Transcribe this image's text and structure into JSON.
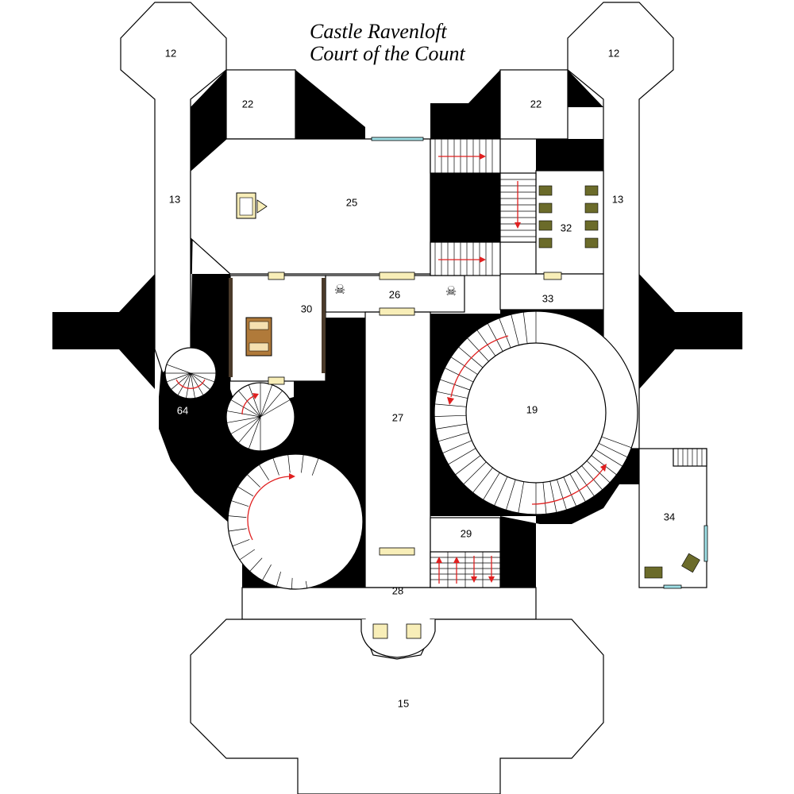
{
  "map": {
    "title_line1": "Castle Ravenloft",
    "title_line2": "Court of the Count"
  },
  "rooms": {
    "r12_left": "12",
    "r12_right": "12",
    "r22_left": "22",
    "r22_right": "22",
    "r13_left": "13",
    "r13_right": "13",
    "r25": "25",
    "r32": "32",
    "r30": "30",
    "r26": "26",
    "r33": "33",
    "r19": "19",
    "r64": "64",
    "r27": "27",
    "r29": "29",
    "r34": "34",
    "r28": "28",
    "r15": "15"
  },
  "colors": {
    "wall": "#000000",
    "floor": "#ffffff",
    "door": "#f8eeb8",
    "window": "#9fe0e6",
    "stair_arrow": "#e02020",
    "furniture": "#6b6b2a"
  },
  "icons": [
    "throne-icon",
    "chair-icon",
    "skull-crossbones-icon",
    "desk-icon",
    "stair-arrow-icon"
  ]
}
